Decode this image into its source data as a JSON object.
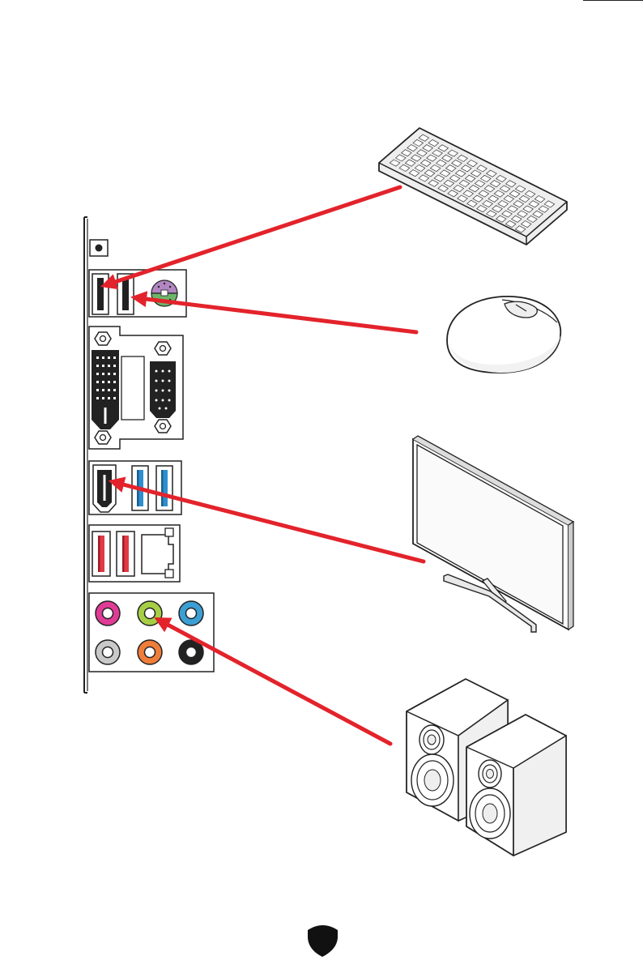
{
  "diagram": {
    "devices": [
      {
        "id": "keyboard",
        "icon": "keyboard-icon",
        "port": "usb-port"
      },
      {
        "id": "mouse",
        "icon": "mouse-icon",
        "port": "usb-port"
      },
      {
        "id": "monitor",
        "icon": "monitor-icon",
        "port": "hdmi-port"
      },
      {
        "id": "speakers",
        "icon": "speakers-icon",
        "port": "line-out-jack"
      }
    ],
    "colors": {
      "arrow": "#e3232b",
      "usb3_blue": "#2e8fd0",
      "usb_red": "#e03a45",
      "jack_pink": "#e03c96",
      "jack_lime": "#a7cf45",
      "jack_blue": "#3b9fd4",
      "jack_gray": "#c9c9c9",
      "jack_orange": "#ef7d3a",
      "jack_black": "#222222",
      "ps2_purple": "#b286c2",
      "ps2_green": "#6db56a"
    },
    "footer": {
      "icon": "shield-icon"
    }
  }
}
